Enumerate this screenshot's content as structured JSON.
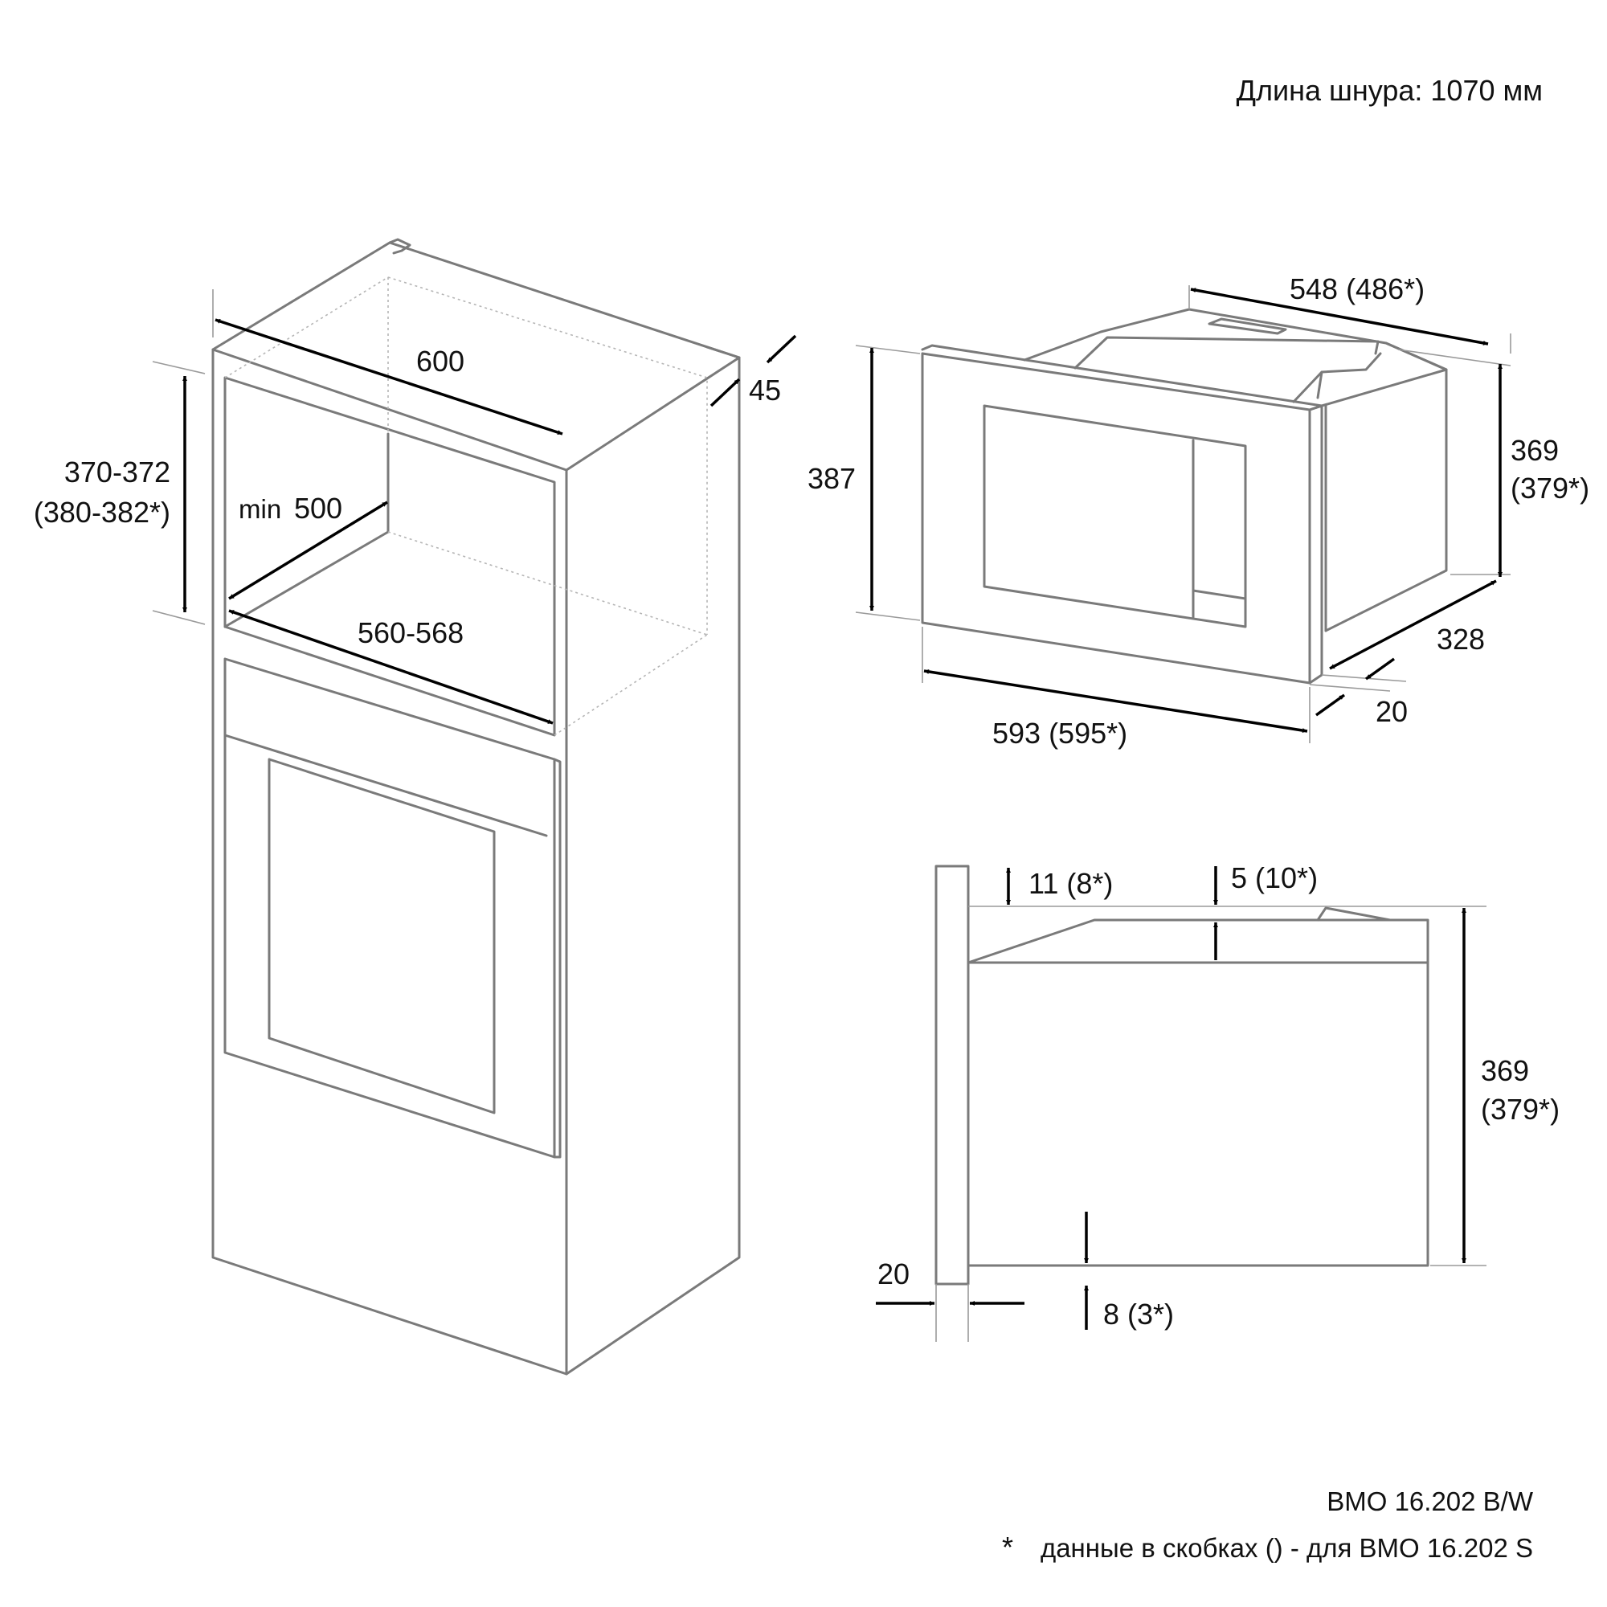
{
  "cord_length": "Длина шнура: 1070 мм",
  "model": "BMO 16.202 B/W",
  "footnote_mark": "*",
  "footnote": "данные в скобках () - для BMO 16.202 S",
  "niche": {
    "width": "600",
    "depth_offset": "45",
    "height_line1": "370-372",
    "height_line2": "(380-382*)",
    "depth_prefix": "min",
    "depth_value": "500",
    "inner_width": "560-568"
  },
  "appliance_3d": {
    "depth": "548 (486*)",
    "frame_height": "387",
    "body_height_line1": "369",
    "body_height_line2": "(379*)",
    "side_depth": "328",
    "frame_thickness": "20",
    "frame_width": "593 (595*)"
  },
  "side_view": {
    "top_gap": "11 (8*)",
    "top_offset": "5 (10*)",
    "height_line1": "369",
    "height_line2": "(379*)",
    "frame_thickness": "20",
    "bottom_offset": "8 (3*)"
  }
}
